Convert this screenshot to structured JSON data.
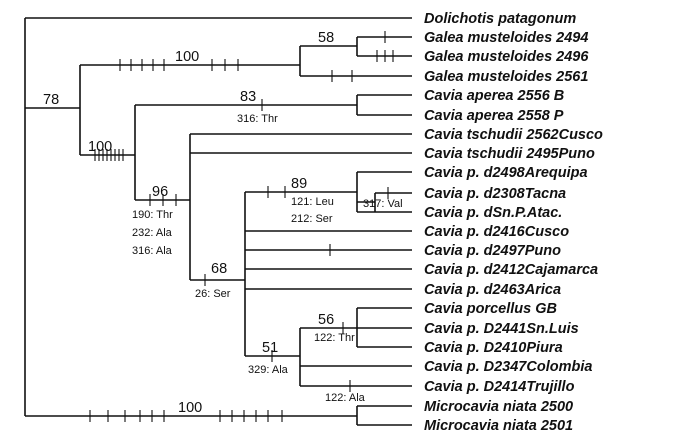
{
  "taxa": [
    "Dolichotis patagonum",
    "Galea musteloides 2494",
    "Galea musteloides 2496",
    "Galea musteloides 2561",
    "Cavia aperea 2556 B",
    "Cavia aperea 2558 P",
    "Cavia tschudii 2562Cusco",
    "Cavia tschudii 2495Puno",
    "Cavia p. d2498Arequipa",
    "Cavia p. d2308Tacna",
    "Cavia p. dSn.P.Atac.",
    "Cavia p. d2416Cusco",
    "Cavia p. d2497Puno",
    "Cavia p. d2412Cajamarca",
    "Cavia p. d2463Arica",
    "Cavia porcellus GB",
    "Cavia p. D2441Sn.Luis",
    "Cavia p. D2410Piura",
    "Cavia p. D2347Colombia",
    "Cavia p. D2414Trujillo",
    "Microcavia niata 2500",
    "Microcavia niata 2501"
  ],
  "support": {
    "root": "78",
    "galea": "100",
    "galea_pair": "58",
    "cavia": "100",
    "aperea": "83",
    "tschudii_porcellus": "96",
    "porcellus": "68",
    "southern": "89",
    "northern": "51",
    "gb_group": "56",
    "microcavia": "100"
  },
  "substitutions": {
    "aperea": "316: Thr",
    "tschudii_porcellus": [
      "190: Thr",
      "232: Ala",
      "316: Ala"
    ],
    "porcellus": "26: Ser",
    "southern": [
      "121: Leu",
      "212: Ser"
    ],
    "tacna": "317: Val",
    "gb_group": "122: Thr",
    "northern": "329: Ala",
    "trujillo": "122: Ala"
  }
}
